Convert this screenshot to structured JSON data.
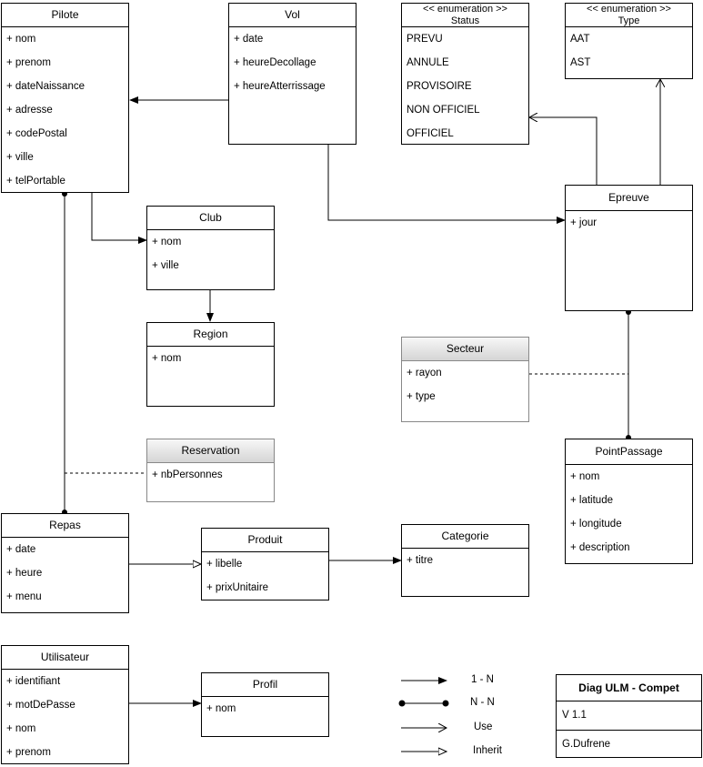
{
  "classes": {
    "pilote": {
      "name": "Pilote",
      "attrs": [
        "+ nom",
        "+ prenom",
        "+ dateNaissance",
        "+ adresse",
        "+ codePostal",
        "+ ville",
        "+ telPortable"
      ]
    },
    "vol": {
      "name": "Vol",
      "attrs": [
        "+ date",
        "+ heureDecollage",
        "+ heureAtterrissage"
      ]
    },
    "status": {
      "stereotype": "<< enumeration >>",
      "name": "Status",
      "attrs": [
        "PREVU",
        "ANNULE",
        "PROVISOIRE",
        "NON OFFICIEL",
        "OFFICIEL"
      ]
    },
    "type": {
      "stereotype": "<< enumeration >>",
      "name": "Type",
      "attrs": [
        "AAT",
        "AST"
      ]
    },
    "club": {
      "name": "Club",
      "attrs": [
        "+ nom",
        "+ ville"
      ]
    },
    "region": {
      "name": "Region",
      "attrs": [
        "+ nom"
      ]
    },
    "epreuve": {
      "name": "Epreuve",
      "attrs": [
        "+ jour"
      ]
    },
    "secteur": {
      "name": "Secteur",
      "attrs": [
        "+ rayon",
        "+ type"
      ]
    },
    "reservation": {
      "name": "Reservation",
      "attrs": [
        "+ nbPersonnes"
      ]
    },
    "pointpassage": {
      "name": "PointPassage",
      "attrs": [
        "+ nom",
        "+ latitude",
        "+ longitude",
        "+ description"
      ]
    },
    "repas": {
      "name": "Repas",
      "attrs": [
        "+ date",
        "+ heure",
        "+ menu"
      ]
    },
    "produit": {
      "name": "Produit",
      "attrs": [
        "+ libelle",
        "+ prixUnitaire"
      ]
    },
    "categorie": {
      "name": "Categorie",
      "attrs": [
        "+ titre"
      ]
    },
    "utilisateur": {
      "name": "Utilisateur",
      "attrs": [
        "+ identifiant",
        "+ motDePasse",
        "+ nom",
        "+ prenom"
      ]
    },
    "profil": {
      "name": "Profil",
      "attrs": [
        "+ nom"
      ]
    }
  },
  "legend": {
    "one_n": "1 - N",
    "n_n": "N - N",
    "use": "Use",
    "inherit": "Inherit"
  },
  "title_block": {
    "title": "Diag ULM - Compet",
    "version": "V 1.1",
    "author": "G.Dufrene"
  }
}
